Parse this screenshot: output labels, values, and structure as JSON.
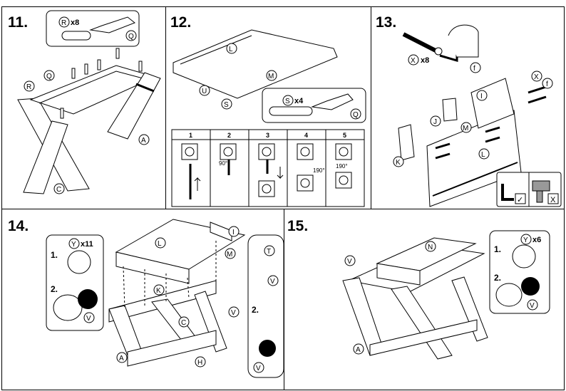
{
  "steps": [
    {
      "number": "11."
    },
    {
      "number": "12."
    },
    {
      "number": "13."
    },
    {
      "number": "14."
    },
    {
      "number": "15."
    }
  ],
  "step11": {
    "glue_part": "R",
    "glue_qty": "x8",
    "tube": "Q",
    "labels": {
      "q": "Q",
      "r": "R",
      "a": "A",
      "c": "C"
    }
  },
  "step12": {
    "labels": {
      "l": "L",
      "m": "M",
      "u": "U",
      "s": "S"
    },
    "glue_part": "S",
    "glue_qty": "x4",
    "tube": "Q",
    "substeps": [
      "1",
      "2",
      "3",
      "4",
      "5"
    ],
    "angle_90": "90°",
    "angle_190a": "190°",
    "angle_190b": "190°"
  },
  "step13": {
    "screw_part": "X",
    "screw_qty": "x8",
    "key": "f",
    "labels": {
      "x": "X",
      "f": "f",
      "i": "I",
      "j": "J",
      "m": "M",
      "k": "K",
      "l": "L"
    },
    "allowed_mark": "✓",
    "forbidden_mark": "X"
  },
  "step14": {
    "labels": {
      "l": "L",
      "i": "I",
      "m": "M",
      "k": "K",
      "c": "C",
      "a": "A",
      "h": "H",
      "v": "V"
    },
    "callout_part": "Y",
    "callout_qty": "x11",
    "sub1": "1.",
    "sub2": "2.",
    "v": "V",
    "detail_sub2": "2.",
    "detail_t": "T",
    "detail_v1": "V",
    "detail_v2": "V"
  },
  "step15": {
    "labels": {
      "n": "N",
      "a": "A",
      "v": "V"
    },
    "callout_part": "Y",
    "callout_qty": "x6",
    "sub1": "1.",
    "sub2": "2.",
    "v": "V"
  }
}
